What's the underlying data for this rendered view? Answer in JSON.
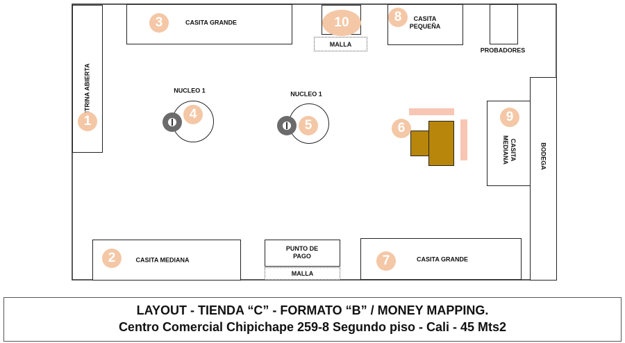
{
  "zones": {
    "vitrina": {
      "label": "VITRINA ABIERTA",
      "number": "1"
    },
    "casita_mediana_bottom": {
      "label": "CASITA MEDIANA",
      "number": "2"
    },
    "casita_grande_top": {
      "label": "CASITA GRANDE",
      "number": "3"
    },
    "nucleo_left": {
      "label": "NUCLEO 1",
      "number": "4"
    },
    "nucleo_right": {
      "label": "NUCLEO 1",
      "number": "5"
    },
    "display_table": {
      "number": "6"
    },
    "casita_grande_bottom": {
      "label": "CASITA GRANDE",
      "number": "7"
    },
    "casita_pequena": {
      "label": "CASITA PEQUEÑA",
      "number": "8"
    },
    "casita_mediana_right": {
      "label": "CASITA MEDIANA",
      "number": "9"
    },
    "top_display": {
      "number": "10"
    },
    "malla_top": {
      "label": "MALLA"
    },
    "malla_bottom": {
      "label": "MALLA"
    },
    "probadores": {
      "label": "PROBADORES"
    },
    "bodega": {
      "label": "BODEGA"
    },
    "punto_de_pago": {
      "label": "PUNTO DE PAGO"
    }
  },
  "footer": {
    "title": "LAYOUT - TIENDA “C” - FORMATO “B” / MONEY MAPPING.",
    "subtitle": "Centro Comercial Chipichape 259-8 Segundo piso - Cali - 45 Mts2"
  },
  "colors": {
    "badge": "#f4c7a6",
    "furniture": "#b8860b",
    "accent_bar": "#f7c6b5"
  }
}
